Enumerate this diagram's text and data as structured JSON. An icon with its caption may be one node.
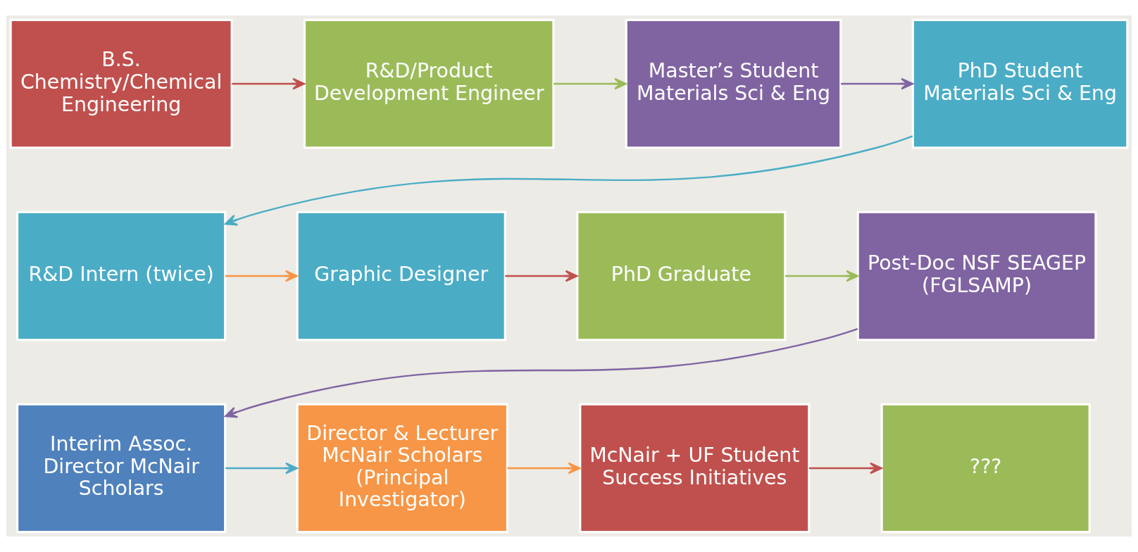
{
  "diagram": {
    "nodes": [
      {
        "text": [
          "B.S. Chemistry/Chemical Engineering"
        ]
      },
      {
        "text": [
          "R&D/Product Development Engineer"
        ]
      },
      {
        "text": [
          "Master’s Student Materials Sci & Eng"
        ]
      },
      {
        "text": [
          "PhD Student Materials Sci & Eng"
        ]
      },
      {
        "text": [
          "R&D Intern (twice)"
        ]
      },
      {
        "text": [
          "Graphic Designer"
        ]
      },
      {
        "text": [
          "PhD Graduate"
        ]
      },
      {
        "text": [
          "Post-Doc NSF SEAGEP (FGLSAMP)"
        ]
      },
      {
        "text": [
          "Interim Assoc. Director McNair Scholars"
        ]
      },
      {
        "text": [
          "Director & Lecturer McNair Scholars (Principal Investigator)"
        ]
      },
      {
        "text": [
          "McNair + UF Student Success Initiatives"
        ]
      },
      {
        "text": [
          "???"
        ]
      }
    ],
    "edges": [
      {
        "from": 0,
        "to": 1,
        "arrow": "to",
        "color": "#c0504d"
      },
      {
        "from": 1,
        "to": 2,
        "arrow": "to",
        "color": "#9bbb59"
      },
      {
        "from": 2,
        "to": 3,
        "arrow": "to",
        "color": "#8064a2"
      },
      {
        "from": 3,
        "to": 4,
        "arrow": "to",
        "color": "#4bacc6"
      },
      {
        "from": 4,
        "to": 5,
        "arrow": "to",
        "color": "#f79646"
      },
      {
        "from": 5,
        "to": 6,
        "arrow": "to",
        "color": "#c0504d"
      },
      {
        "from": 6,
        "to": 7,
        "arrow": "to",
        "color": "#9bbb59"
      },
      {
        "from": 7,
        "to": 8,
        "arrow": "to",
        "color": "#8064a2"
      },
      {
        "from": 8,
        "to": 9,
        "arrow": "to",
        "color": "#4bacc6"
      },
      {
        "from": 9,
        "to": 10,
        "arrow": "to",
        "color": "#f79646"
      },
      {
        "from": 10,
        "to": 11,
        "arrow": "to",
        "color": "#c0504d"
      }
    ]
  }
}
